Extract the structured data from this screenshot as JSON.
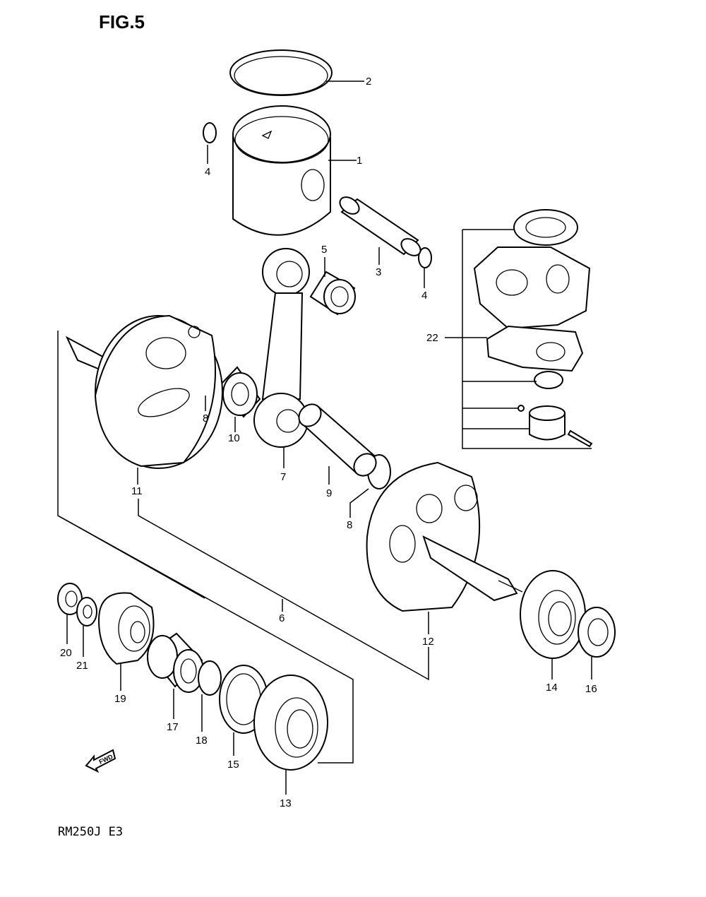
{
  "figure": {
    "title": "FIG.5",
    "model": "RM250J E3",
    "fwd_label": "FWD"
  },
  "callouts": [
    {
      "id": "c1",
      "text": "1"
    },
    {
      "id": "c2",
      "text": "2"
    },
    {
      "id": "c3",
      "text": "3"
    },
    {
      "id": "c4a",
      "text": "4"
    },
    {
      "id": "c4b",
      "text": "4"
    },
    {
      "id": "c5",
      "text": "5"
    },
    {
      "id": "c6",
      "text": "6"
    },
    {
      "id": "c7",
      "text": "7"
    },
    {
      "id": "c8a",
      "text": "8"
    },
    {
      "id": "c8b",
      "text": "8"
    },
    {
      "id": "c9",
      "text": "9"
    },
    {
      "id": "c10",
      "text": "10"
    },
    {
      "id": "c11",
      "text": "11"
    },
    {
      "id": "c12",
      "text": "12"
    },
    {
      "id": "c13",
      "text": "13"
    },
    {
      "id": "c14",
      "text": "14"
    },
    {
      "id": "c15",
      "text": "15"
    },
    {
      "id": "c16",
      "text": "16"
    },
    {
      "id": "c17",
      "text": "17"
    },
    {
      "id": "c18",
      "text": "18"
    },
    {
      "id": "c19",
      "text": "19"
    },
    {
      "id": "c20",
      "text": "20"
    },
    {
      "id": "c21",
      "text": "21"
    },
    {
      "id": "c22",
      "text": "22"
    }
  ]
}
